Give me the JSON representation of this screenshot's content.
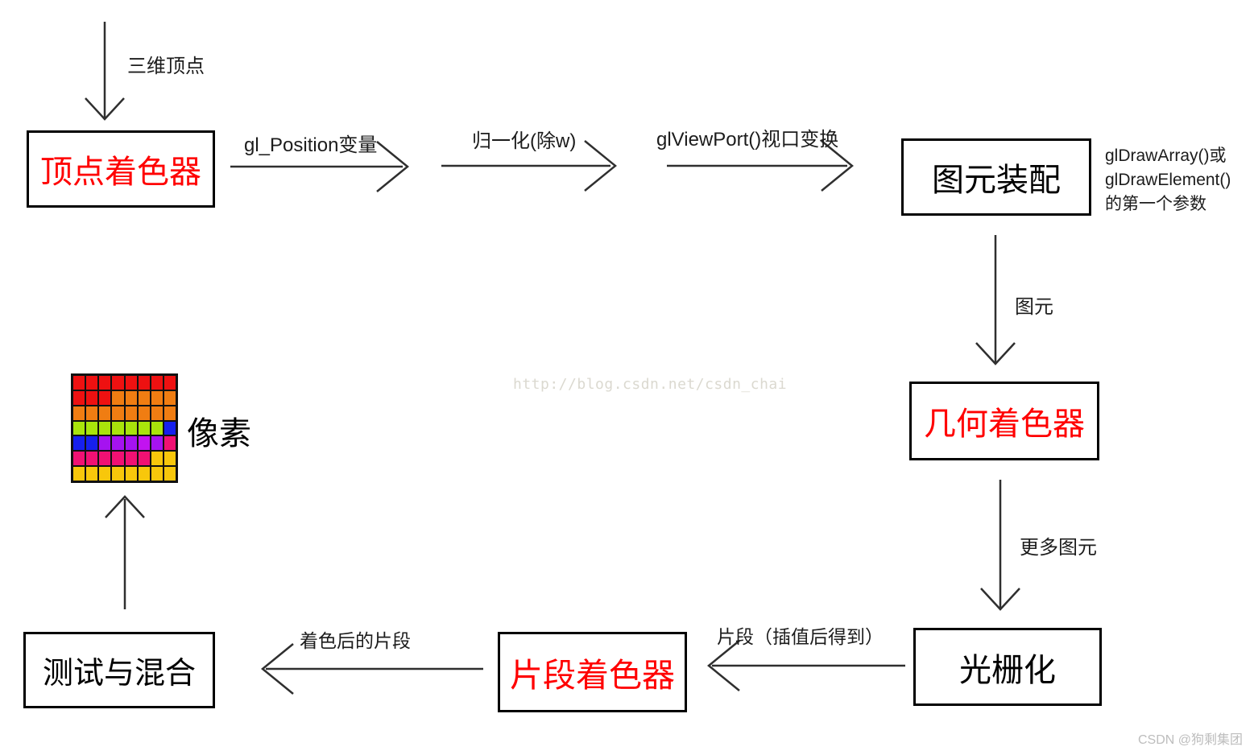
{
  "diagram": {
    "nodes": {
      "vertex_shader": {
        "label": "顶点着色器",
        "text_color": "#ff0000"
      },
      "primitive_assembly": {
        "label": "图元装配",
        "text_color": "#000000"
      },
      "geometry_shader": {
        "label": "几何着色器",
        "text_color": "#ff0000"
      },
      "rasterization": {
        "label": "光栅化",
        "text_color": "#000000"
      },
      "fragment_shader": {
        "label": "片段着色器",
        "text_color": "#ff0000"
      },
      "test_blend": {
        "label": "测试与混合",
        "text_color": "#000000"
      },
      "pixels": {
        "label": "像素",
        "text_color": "#000000"
      }
    },
    "edge_labels": {
      "input_vertices": "三维顶点",
      "gl_position": "gl_Position变量",
      "normalize": "归一化(除w)",
      "viewport": "glViewPort()视口变换",
      "primitives": "图元",
      "more_primitives": "更多图元",
      "fragments": "片段（插值后得到）",
      "shaded_fragments": "着色后的片段"
    },
    "annotation_draw_call": {
      "line1": "glDrawArray()或",
      "line2": "glDrawElement()",
      "line3": "的第一个参数"
    },
    "pixel_grid": {
      "columns": 8,
      "rows": [
        [
          "#ee1111",
          "#ee1111",
          "#ee1111",
          "#ee1111",
          "#ee1111",
          "#ee1111",
          "#ee1111",
          "#ee1111"
        ],
        [
          "#ee1111",
          "#ee1111",
          "#ee1111",
          "#f07d12",
          "#f07d12",
          "#f07d12",
          "#f07d12",
          "#f07d12"
        ],
        [
          "#f07d12",
          "#f07d12",
          "#f07d12",
          "#f07d12",
          "#f07d12",
          "#f07d12",
          "#f07d12",
          "#f07d12"
        ],
        [
          "#a9e40b",
          "#a9e40b",
          "#a9e40b",
          "#a9e40b",
          "#a9e40b",
          "#a9e40b",
          "#a9e40b",
          "#1620ee"
        ],
        [
          "#1620ee",
          "#1620ee",
          "#a513f0",
          "#a513f0",
          "#a513f0",
          "#c213f0",
          "#a513f0",
          "#f01173"
        ],
        [
          "#f01173",
          "#f01173",
          "#f01173",
          "#f01173",
          "#f01173",
          "#f01173",
          "#f8c70b",
          "#f8c70b"
        ],
        [
          "#f8c70b",
          "#f8c70b",
          "#f8c70b",
          "#f8c70b",
          "#f8c70b",
          "#f8c70b",
          "#f8c70b",
          "#f8c70b"
        ]
      ]
    },
    "line_color": "#2f2f2f"
  },
  "watermark": "http://blog.csdn.net/csdn_chai",
  "credit": "CSDN @狗剩集团"
}
